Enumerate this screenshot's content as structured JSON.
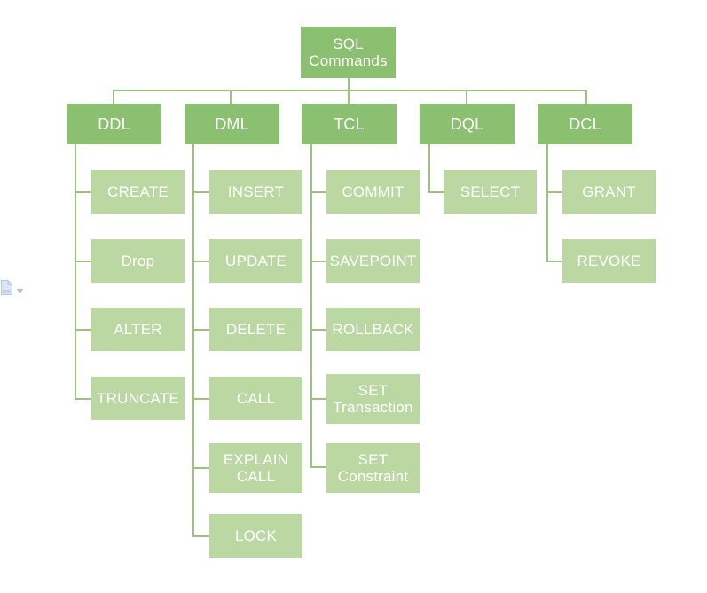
{
  "diagram": {
    "title": "SQL Commands",
    "background_color": "#FFFFFF",
    "colors": {
      "root_fill": "#8CC071",
      "category_fill": "#8CC071",
      "leaf_fill": "#BBD8A3",
      "connector": "#9BC37E",
      "node_text": "#FFFFFF"
    },
    "root": {
      "label": "SQL\nCommands"
    },
    "categories": [
      {
        "key": "ddl",
        "label": "DDL",
        "children": [
          {
            "key": "create",
            "label": "CREATE"
          },
          {
            "key": "drop",
            "label": "Drop"
          },
          {
            "key": "alter",
            "label": "ALTER"
          },
          {
            "key": "truncate",
            "label": "TRUNCATE"
          }
        ]
      },
      {
        "key": "dml",
        "label": "DML",
        "children": [
          {
            "key": "insert",
            "label": "INSERT"
          },
          {
            "key": "update",
            "label": "UPDATE"
          },
          {
            "key": "delete",
            "label": "DELETE"
          },
          {
            "key": "call",
            "label": "CALL"
          },
          {
            "key": "explain-call",
            "label": "EXPLAIN\nCALL"
          },
          {
            "key": "lock",
            "label": "LOCK"
          }
        ]
      },
      {
        "key": "tcl",
        "label": "TCL",
        "children": [
          {
            "key": "commit",
            "label": "COMMIT"
          },
          {
            "key": "savepoint",
            "label": "SAVEPOINT"
          },
          {
            "key": "rollback",
            "label": "ROLLBACK"
          },
          {
            "key": "set-transaction",
            "label": "SET\nTransaction"
          },
          {
            "key": "set-constraint",
            "label": "SET\nConstraint"
          }
        ]
      },
      {
        "key": "dql",
        "label": "DQL",
        "children": [
          {
            "key": "select",
            "label": "SELECT"
          }
        ]
      },
      {
        "key": "dcl",
        "label": "DCL",
        "children": [
          {
            "key": "grant",
            "label": "GRANT"
          },
          {
            "key": "revoke",
            "label": "REVOKE"
          }
        ]
      }
    ],
    "artifact": {
      "name": "paste-options-icon",
      "color": "#C3D3E8"
    }
  }
}
